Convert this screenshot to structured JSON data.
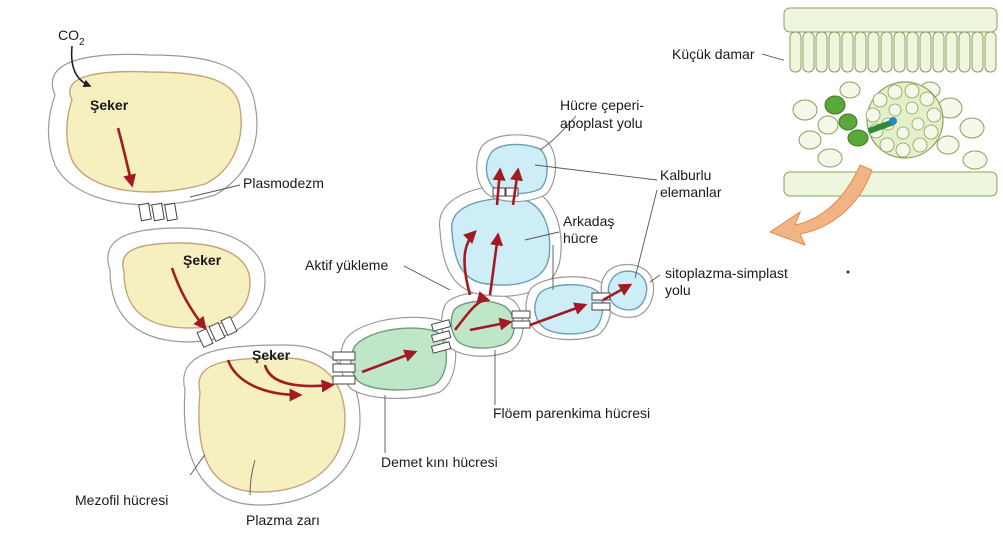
{
  "labels": {
    "co2": "CO",
    "co2_sub": "2",
    "sugar_1": "Şeker",
    "sugar_2": "Şeker",
    "sugar_3": "Şeker",
    "plasmodesm": "Plasmodezm",
    "mesophyll": "Mezofil hücresi",
    "plasma_membrane": "Plazma zarı",
    "active_loading": "Aktif yükleme",
    "bundle_sheath": "Demet kını hücresi",
    "phloem_parenchyma": "Flöem parenkima hücresi",
    "cell_wall_line1": "Hücre çeperi-",
    "cell_wall_line2": "apoplast yolu",
    "sieve_line1": "Kalburlu",
    "sieve_line2": "elemanlar",
    "companion_line1": "Arkadaş",
    "companion_line2": "hücre",
    "symplast_line1": "sitoplazma-simplast",
    "symplast_line2": "yolu",
    "minor_vein": "Küçük damar"
  },
  "colors": {
    "mesophyll_fill": "#f6efbf",
    "mesophyll_stroke": "#c4a47a",
    "sheath_fill": "#bfe6c9",
    "sheath_stroke": "#6f9d7b",
    "phloem_fill": "#cdeef6",
    "phloem_stroke": "#6b9fb2",
    "flow_arrow": "#a31a22",
    "inset_arrow": "#f2b385",
    "leaf_green": "#e3f0c9",
    "vein_dark_green": "#5aa83a"
  }
}
